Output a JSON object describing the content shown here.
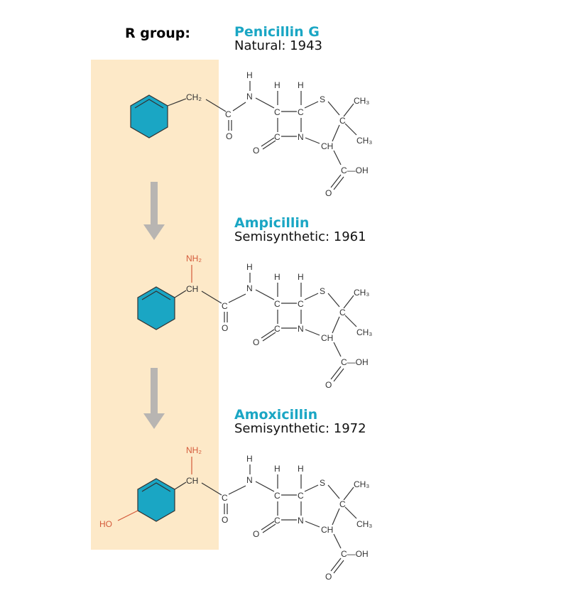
{
  "rgroup_label": "R group:",
  "drugs": [
    {
      "name": "Penicillin G",
      "sub": "Natural: 1943"
    },
    {
      "name": "Ampicillin",
      "sub": "Semisynthetic: 1961"
    },
    {
      "name": "Amoxicillin",
      "sub": "Semisynthetic: 1972"
    }
  ],
  "atoms": {
    "H": "H",
    "N": "N",
    "C": "C",
    "S": "S",
    "O": "O",
    "CH": "CH",
    "CH2": "CH₂",
    "CH3": "CH₃",
    "NH2": "NH₂",
    "HO": "HO",
    "COH": "C—OH"
  },
  "colors": {
    "panel": "#fde9c8",
    "ring": "#1aa6c4",
    "name": "#1aa6c4",
    "r_group": "#d45a3a",
    "arrow": "#b8b5b2"
  }
}
